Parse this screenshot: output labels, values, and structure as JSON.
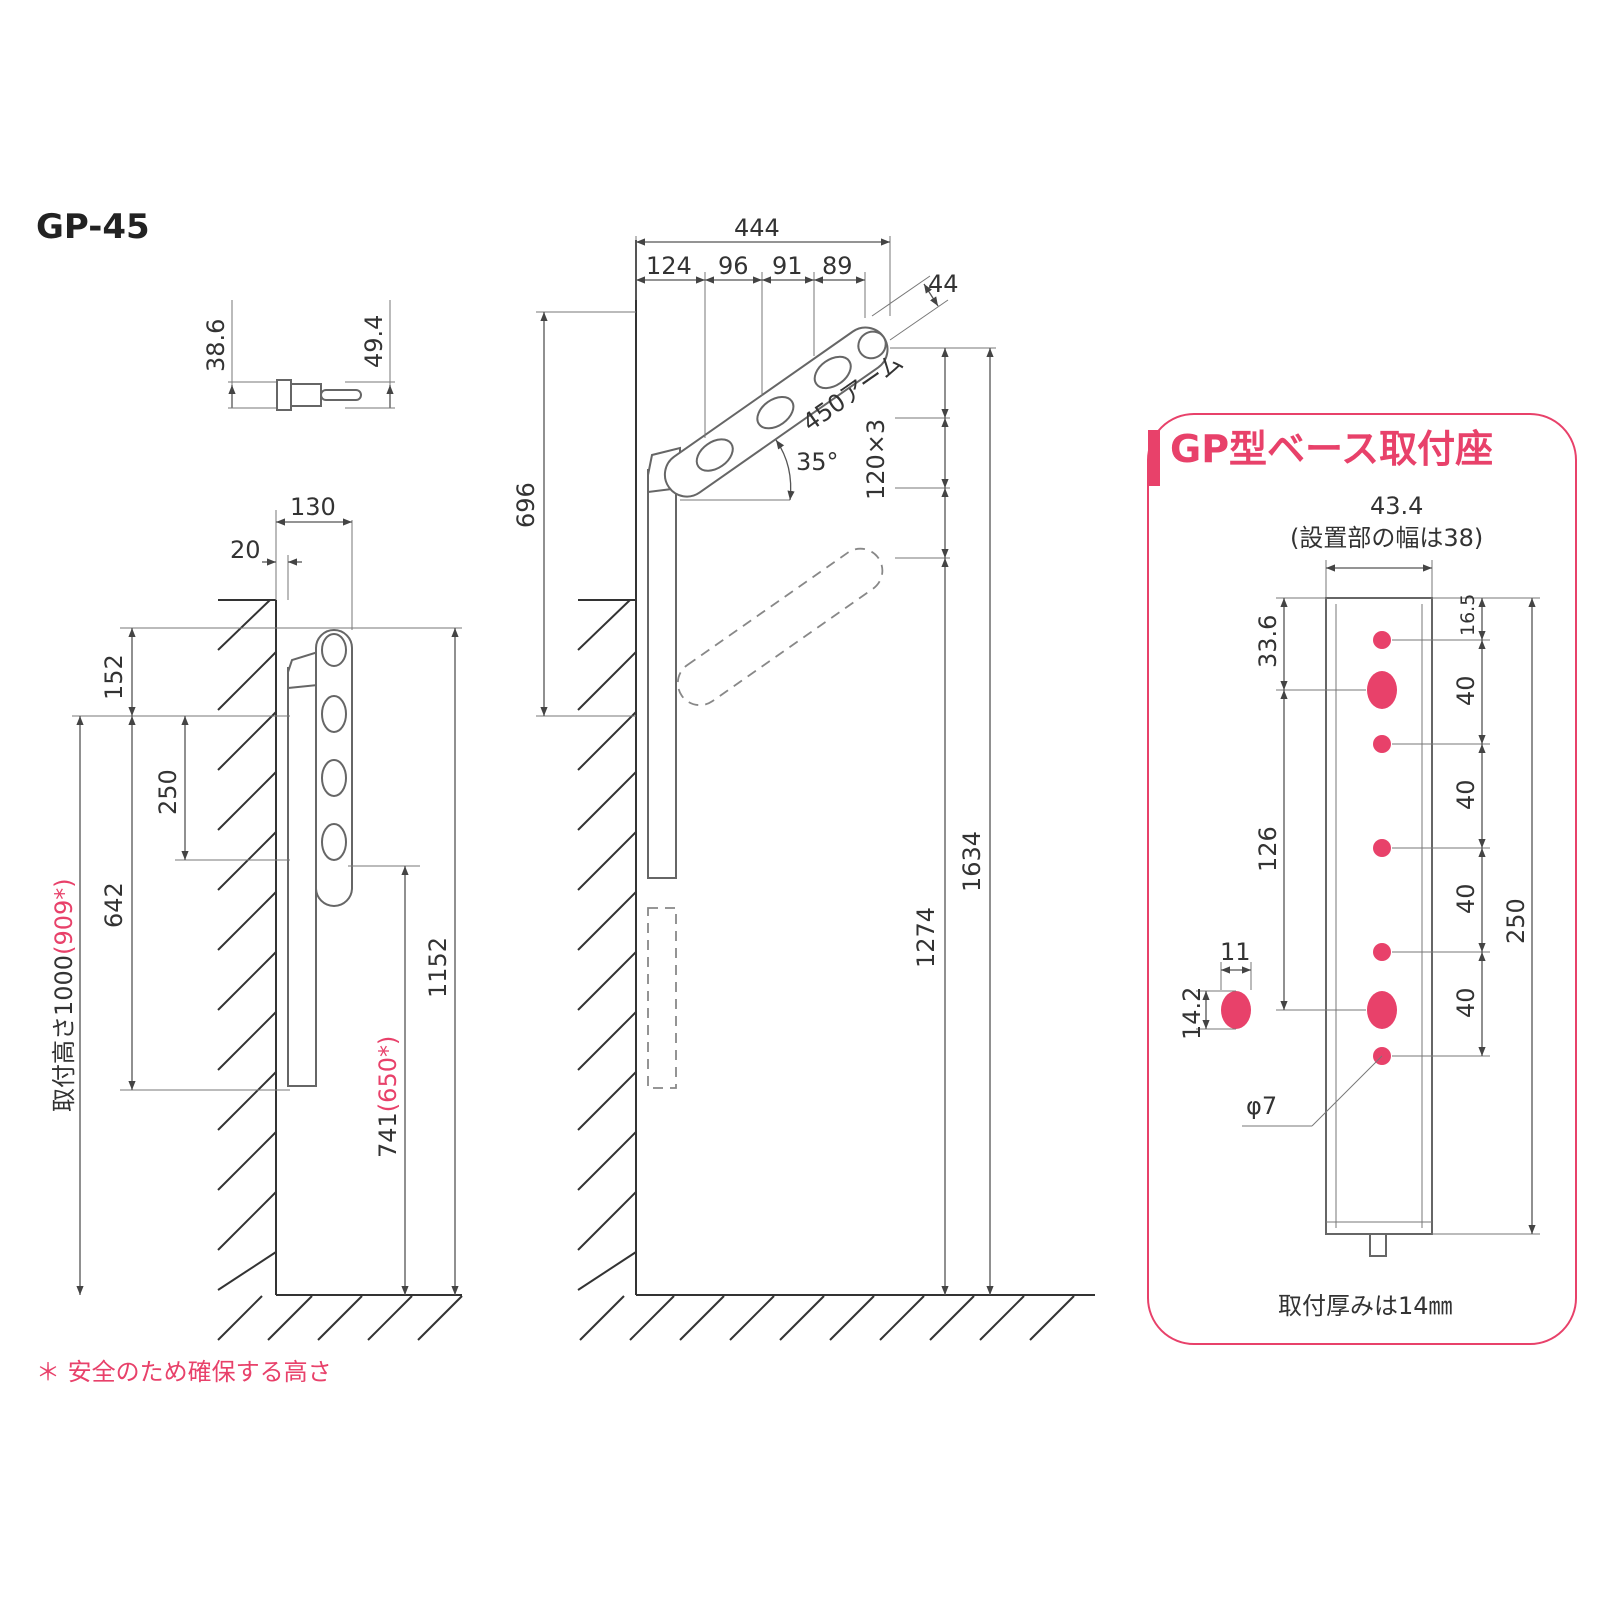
{
  "model": "GP-45",
  "top_view": {
    "dim_left": "38.6",
    "dim_right": "49.4"
  },
  "left_view": {
    "dim_width": "130",
    "dim_gap": "20",
    "dim_top": "152",
    "dim_holes": "250",
    "dim_base": "642",
    "dim_total": "1152",
    "height_label": "取付高さ1000",
    "height_safe": "(909*)",
    "low_value": "741",
    "low_safe": "(650*)"
  },
  "center_view": {
    "dim_total_width": "444",
    "dim_seg1": "124",
    "dim_seg2": "96",
    "dim_seg3": "91",
    "dim_seg4": "89",
    "dim_end": "44",
    "dim_height": "696",
    "arm_label": "450アーム",
    "angle": "35°",
    "pitch": "120×3",
    "dim_1274": "1274",
    "dim_1634": "1634"
  },
  "base_panel": {
    "title": "GP型ベース取付座",
    "width": "43.4",
    "width_note": "(設置部の幅は38)",
    "dim_33_6": "33.6",
    "dim_16_5": "16.5",
    "dim_40": "40",
    "dim_126": "126",
    "dim_250": "250",
    "dim_11": "11",
    "dim_14_2": "14.2",
    "hole": "φ7",
    "thickness_note": "取付厚みは14㎜",
    "accent_color": "#e8416a"
  },
  "footnote": "＊ 安全のため確保する高さ"
}
